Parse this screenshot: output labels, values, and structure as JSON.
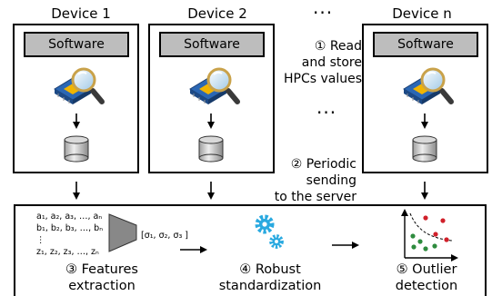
{
  "devices": [
    {
      "title": "Device 1",
      "software": "Software"
    },
    {
      "title": "Device 2",
      "software": "Software"
    },
    {
      "title": "Device n",
      "software": "Software"
    }
  ],
  "ellipsis": "...",
  "steps": {
    "read": "① Read\nand store\nHPCs values",
    "periodic": "② Periodic\nsending\nto the server",
    "features": "③ Features\nextraction",
    "robust": "④ Robust\nstandardization",
    "outlier": "⑤ Outlier\ndetection"
  },
  "matrix": {
    "rows": "a₁, a₂, a₃, …, aₙ\nb₁, b₂, b₃, …, bₙ\n⋮\nz₁, z₂, z₃, …, zₙ",
    "sigma": "[σ₁, σ₂, σ₃ ]"
  },
  "colors": {
    "software_gray": "#bdbdbd",
    "gear_blue": "#29a9e0",
    "outlier_red": "#d0202a",
    "inlier_green": "#2e8b3e"
  }
}
